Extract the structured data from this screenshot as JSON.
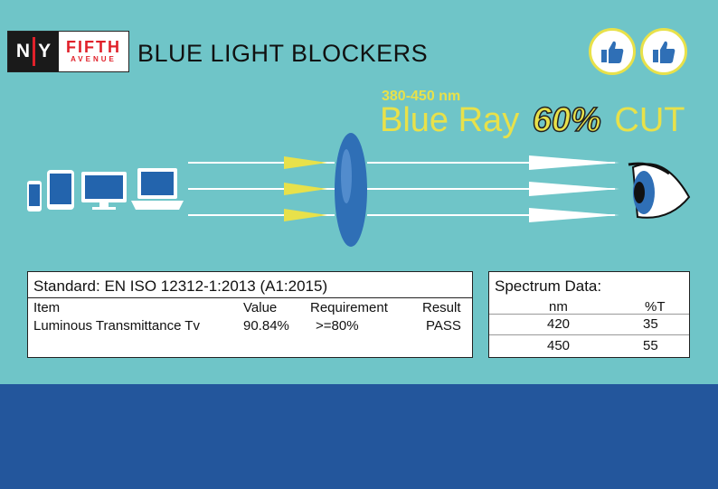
{
  "brand": {
    "logo_letters": [
      "N",
      "Y"
    ],
    "logo_word": "FIFTH",
    "logo_sub": "AVENUE",
    "title": "BLUE LIGHT BLOCKERS",
    "red": "#e0212a"
  },
  "badges": [
    {
      "icon": "thumbs-up-icon"
    },
    {
      "icon": "thumbs-up-icon"
    }
  ],
  "headline": {
    "range": "380-450 nm",
    "prefix": "Blue Ray",
    "percent": "60%",
    "suffix": "CUT",
    "color": "#e8e14a"
  },
  "devices": [
    "phone-icon",
    "tablet-icon",
    "monitor-icon",
    "laptop-icon"
  ],
  "diagram": {
    "lens": "lens-icon",
    "eye": "eye-icon",
    "rays": 3
  },
  "standard": {
    "title": "Standard: EN ISO 12312-1:2013 (A1:2015)",
    "headers": [
      "Item",
      "Value",
      "Requirement",
      "Result"
    ],
    "row": [
      "Luminous Transmittance Tv",
      "90.84%",
      ">=80%",
      "PASS"
    ]
  },
  "spectrum": {
    "title": "Spectrum Data:",
    "headers": [
      "nm",
      "%T"
    ],
    "rows": [
      [
        "420",
        "35"
      ],
      [
        "450",
        "55"
      ]
    ]
  },
  "colors": {
    "background": "#6fc5c8",
    "band": "#23569c"
  }
}
